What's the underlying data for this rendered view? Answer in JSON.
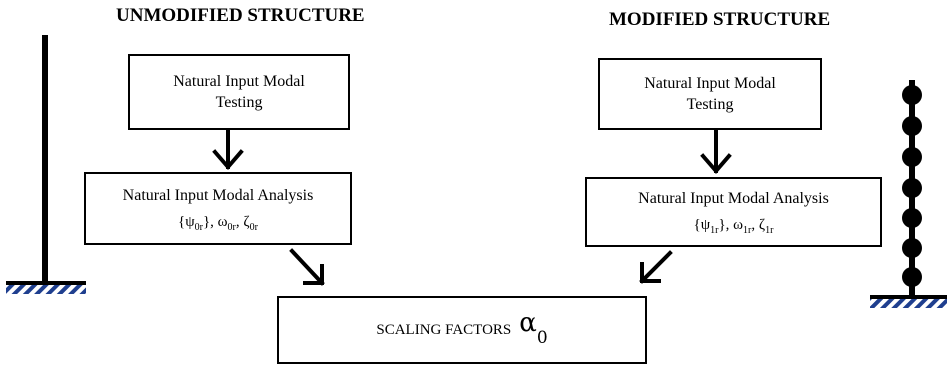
{
  "headings": {
    "unmodified": "UNMODIFIED STRUCTURE",
    "modified": "MODIFIED STRUCTURE"
  },
  "left": {
    "testing": {
      "line1": "Natural Input Modal",
      "line2": "Testing"
    },
    "analysis": {
      "title": "Natural Input Modal Analysis",
      "psi": "{ψ",
      "psi_sub": "0r",
      "psi_close": "}, ω",
      "omega_sub": "0r",
      "zeta": ", ζ",
      "zeta_sub": "0r"
    }
  },
  "right": {
    "testing": {
      "line1": "Natural Input Modal",
      "line2": "Testing"
    },
    "analysis": {
      "title": "Natural Input Modal Analysis",
      "psi": "{ψ",
      "psi_sub": "1r",
      "psi_close": "}, ω",
      "omega_sub": "1r",
      "zeta": ", ζ",
      "zeta_sub": "1r"
    }
  },
  "result": {
    "label": "SCALING FACTORS",
    "symbol": "α",
    "symbol_sub": "0"
  }
}
